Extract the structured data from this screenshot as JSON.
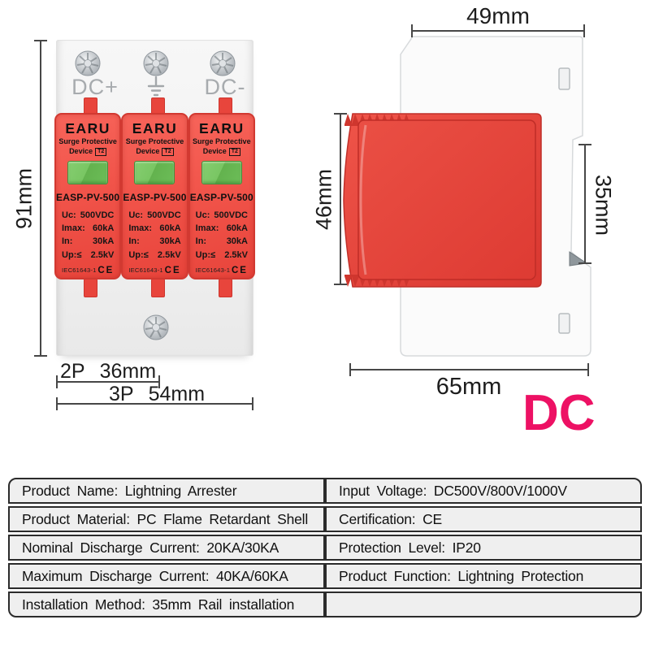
{
  "colors": {
    "module_red": "#ef4d43",
    "side_red": "#e2403a",
    "indicator_green": "#6cbd58",
    "dc_label_magenta": "#ed1164"
  },
  "front_view": {
    "height_dim": "91mm",
    "terminal_left": "DC+",
    "terminal_right": "DC-",
    "module": {
      "brand": "EARU",
      "subtitle1": "Surge Protective",
      "subtitle2": "Device",
      "type_badge": "T2",
      "model": "EASP-PV-500",
      "specs": [
        {
          "label": "Uc:",
          "value": "500VDC"
        },
        {
          "label": "Imax:",
          "value": "60kA"
        },
        {
          "label": "In:",
          "value": "30kA"
        },
        {
          "label": "Up:≤",
          "value": "2.5kV"
        }
      ],
      "standard": "IEC61643-1",
      "certification": "CE"
    },
    "width_dim_2p": {
      "poles": "2P",
      "size": "36mm"
    },
    "width_dim_3p": {
      "poles": "3P",
      "size": "54mm"
    }
  },
  "side_view": {
    "top_dim": "49mm",
    "left_dim": "46mm",
    "right_dim": "35mm",
    "bottom_dim": "65mm",
    "current_type_label": "DC"
  },
  "spec_table": {
    "rows": [
      {
        "left": "Product Name: Lightning Arrester",
        "right": "Input Voltage: DC500V/800V/1000V"
      },
      {
        "left": "Product Material: PC Flame Retardant Shell",
        "right": "Certification: CE"
      },
      {
        "left": "Nominal Discharge Current: 20KA/30KA",
        "right": "Protection Level: IP20"
      },
      {
        "left": "Maximum Discharge Current: 40KA/60KA",
        "right": "Product Function: Lightning Protection"
      },
      {
        "left": "Installation Method: 35mm Rail installation",
        "right": ""
      }
    ]
  }
}
